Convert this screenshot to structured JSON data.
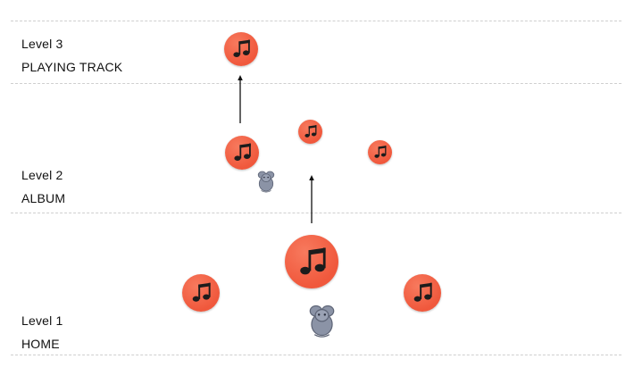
{
  "colors": {
    "node_fill": "#f0583c",
    "node_highlight": "#f77a5e",
    "glyph": "#1c1c1c",
    "divider": "#cfcfcf",
    "arrow": "#111111",
    "mouse_body": "#8b93a6",
    "mouse_outline": "#5e6577"
  },
  "icons": {
    "node": "music-note-icon",
    "cursor": "mouse-icon",
    "connector": "arrow-up-icon"
  },
  "levels": [
    {
      "number_label": "Level 3",
      "name": "PLAYING TRACK"
    },
    {
      "number_label": "Level 2",
      "name": "ALBUM"
    },
    {
      "number_label": "Level 1",
      "name": "HOME"
    }
  ]
}
